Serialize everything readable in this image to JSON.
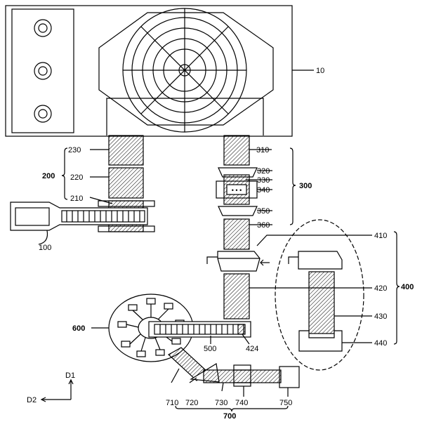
{
  "labels": {
    "l10": "10",
    "l100": "100",
    "l200": "200",
    "l210": "210",
    "l220": "220",
    "l230": "230",
    "l300": "300",
    "l310": "310",
    "l320": "320",
    "l330": "330",
    "l340": "340",
    "l350": "350",
    "l360": "360",
    "l400": "400",
    "l410": "410",
    "l420": "420",
    "l424": "424",
    "l430": "430",
    "l440": "440",
    "l500": "500",
    "l600": "600",
    "l700": "700",
    "l710": "710",
    "l720": "720",
    "l730": "730",
    "l740": "740",
    "l750": "750",
    "d1": "D1",
    "d2": "D2"
  }
}
